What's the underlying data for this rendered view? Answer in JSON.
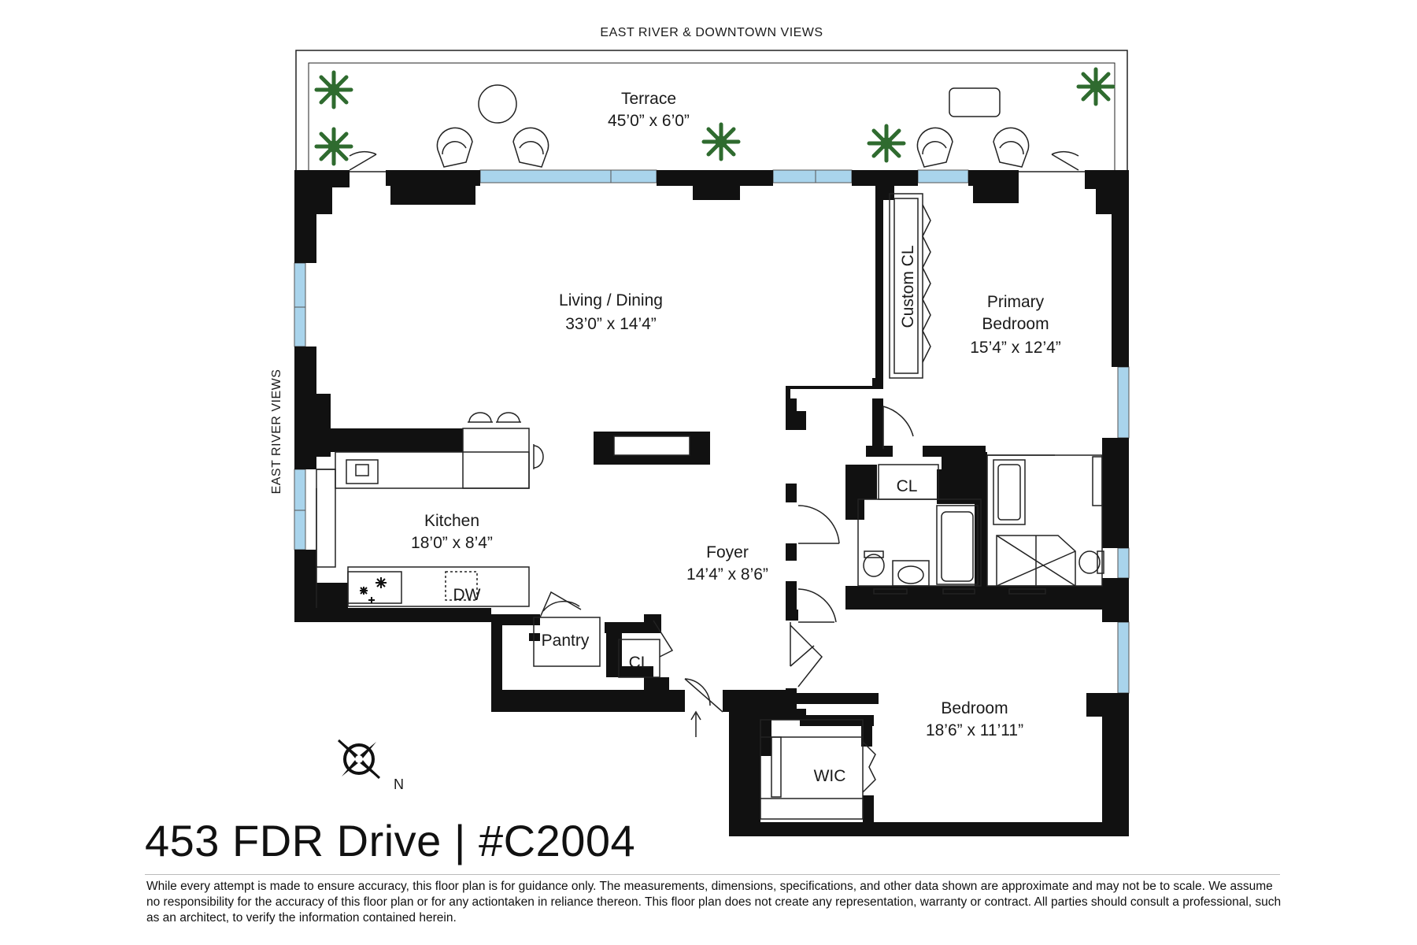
{
  "views": {
    "top": "EAST RIVER & DOWNTOWN VIEWS",
    "side": "EAST RIVER VIEWS"
  },
  "rooms": {
    "terrace": {
      "name": "Terrace",
      "dims": "45’0” x 6’0”"
    },
    "living": {
      "name": "Living / Dining",
      "dims": "33’0” x 14’4”"
    },
    "primary": {
      "name1": "Primary",
      "name2": "Bedroom",
      "dims": "15’4” x 12’4”"
    },
    "kitchen": {
      "name": "Kitchen",
      "dims": "18’0” x 8’4”"
    },
    "foyer": {
      "name": "Foyer",
      "dims": "14’4” x 8’6”"
    },
    "bedroom": {
      "name": "Bedroom",
      "dims": "18’6” x 11’11”"
    },
    "custom_closet": "Custom CL",
    "closet_bath": "CL",
    "closet_entry": "CL",
    "pantry": "Pantry",
    "wic": "WIC",
    "dishwasher": "DW"
  },
  "compass": {
    "label": "N"
  },
  "address": "453 FDR Drive | #C2004",
  "disclaimer": "While every attempt is made to ensure accuracy, this floor plan is for guidance only. The measurements, dimensions, specifications, and other data shown are approximate and may not be to scale.  We assume no responsibility for the accuracy of this floor plan or for any actiontaken in reliance thereon. This floor plan does not create any representation, warranty or contract. All parties should consult a professional, such as an architect, to verify the information contained herein.",
  "colors": {
    "wall": "#111111",
    "window": "#a9d4ec",
    "plant": "#2f6b2f",
    "line": "#222222"
  }
}
